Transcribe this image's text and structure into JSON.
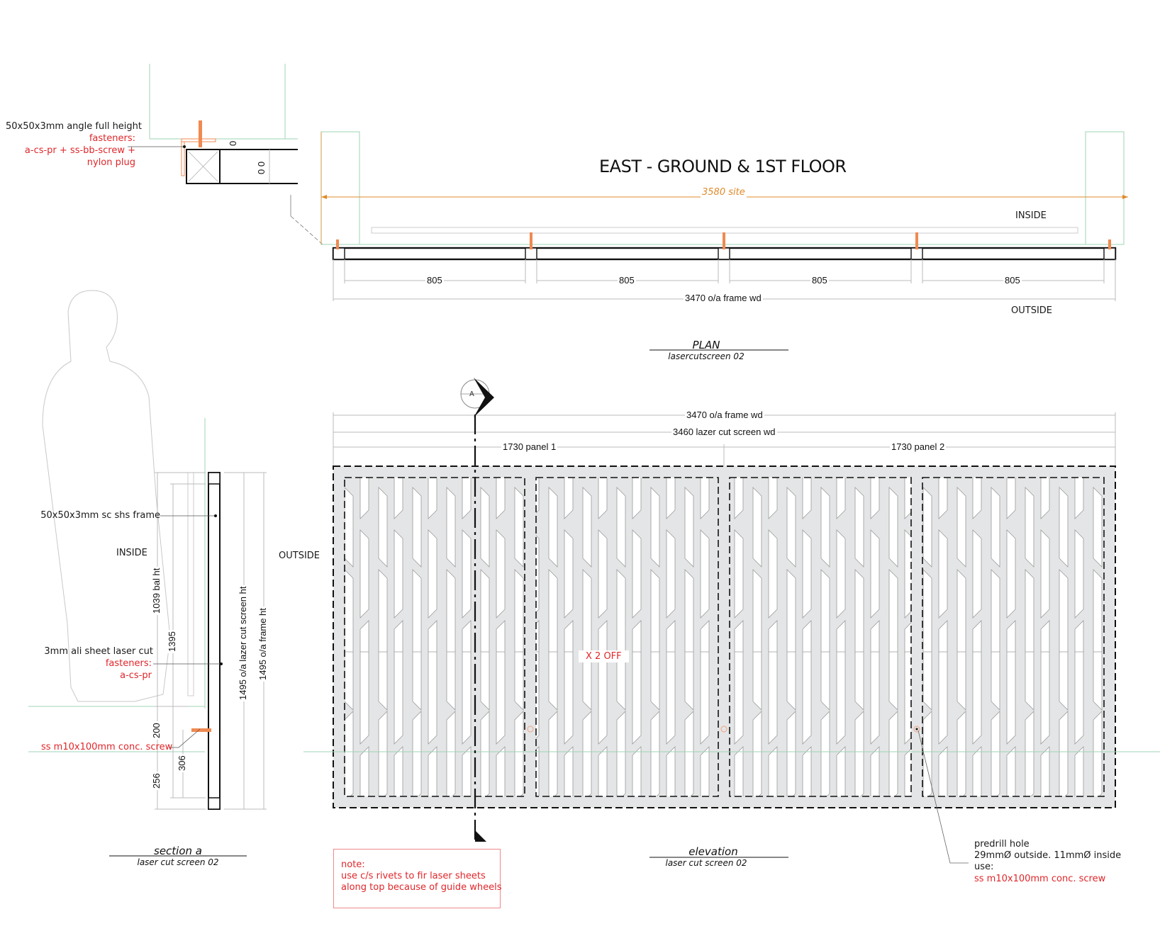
{
  "drawing": {
    "title": "EAST - GROUND & 1ST FLOOR",
    "colors": {
      "line": "#111111",
      "dimension": "#b5b5b5",
      "annotation_red": "#e0262a",
      "fastener_orange": "#f08a50",
      "site_dim_orange": "#e08a2a",
      "wall_green": "#9fd5b5",
      "screen_fill": "#e4e5e6"
    }
  },
  "detail_top": {
    "label": "50x50x3mm angle full height",
    "fasteners_title": "fasteners:",
    "fasteners_line1": "a-cs-pr + ss-bb-screw +",
    "fasteners_line2": "nylon plug",
    "gap_dim_1": "0",
    "gap_dim_2": "0 0"
  },
  "plan": {
    "site_dim": "3580 site",
    "inside_label": "INSIDE",
    "outside_label": "OUTSIDE",
    "bay_dims": [
      "805",
      "805",
      "805",
      "805"
    ],
    "overall_dim": "3470 o/a frame wd",
    "caption": "PLAN",
    "caption_sub": "lasercutscreen 02"
  },
  "section": {
    "marker_letter": "A",
    "frame_label": "50x50x3mm sc shs frame",
    "inside_label": "INSIDE",
    "outside_label": "OUTSIDE",
    "sheet_label": "3mm ali sheet laser cut",
    "sheet_fasteners_title": "fasteners:",
    "sheet_fasteners": "a-cs-pr",
    "screw_label": "ss m10x100mm conc. screw",
    "dim_bal_ht": "1039 bal ht",
    "dim_1395": "1395",
    "dim_200": "200",
    "dim_306": "306",
    "dim_256": "256",
    "dim_screen_ht": "1495 o/a lazer cut screen ht",
    "dim_frame_ht": "1495 o/a frame ht",
    "caption": "section a",
    "caption_sub": "laser cut screen 02"
  },
  "elevation": {
    "dim_frame_wd": "3470 o/a frame wd",
    "dim_screen_wd": "3460 lazer cut screen wd",
    "dim_panel_1": "1730 panel 1",
    "dim_panel_2": "1730 panel 2",
    "quantity_label": "X 2 OFF",
    "caption": "elevation",
    "caption_sub": "laser cut screen 02",
    "predrill_title": "predrill hole",
    "predrill_size": "29mmØ outside. 11mmØ inside",
    "predrill_use": "use:",
    "predrill_screw": "ss m10x100mm conc. screw"
  },
  "note": {
    "title": "note:",
    "line1": "use c/s rivets to fir laser sheets",
    "line2": "along top because of guide wheels"
  }
}
